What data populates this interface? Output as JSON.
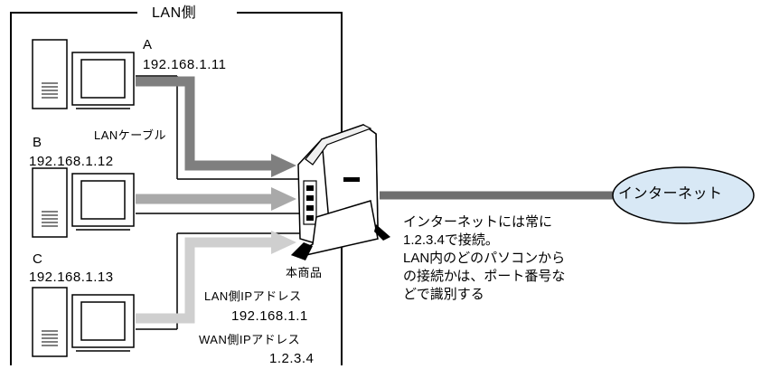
{
  "lan_area": {
    "title": "LAN側"
  },
  "pcs": [
    {
      "name": "A",
      "ip": "192.168.1.11"
    },
    {
      "name": "B",
      "ip": "192.168.1.12"
    },
    {
      "name": "C",
      "ip": "192.168.1.13"
    }
  ],
  "cable_label": "LANケーブル",
  "router": {
    "name": "本商品",
    "lan_ip_label": "LAN側IPアドレス",
    "lan_ip": "192.168.1.1",
    "wan_ip_label": "WAN側IPアドレス",
    "wan_ip": "1.2.3.4"
  },
  "internet": {
    "label": "インターネット"
  },
  "note": {
    "lines": [
      "インターネットには常に",
      "1.2.3.4で接続。",
      "LAN内のどのパソコンから",
      "の接続かは、ポート番号な",
      "どで識別する"
    ]
  },
  "colors": {
    "arrow_a": "#7f7f7f",
    "arrow_b": "#a9a9a9",
    "arrow_c": "#cfcfcf",
    "wan_line": "#6e6e6e",
    "internet_fill": "#d8e8f5"
  }
}
